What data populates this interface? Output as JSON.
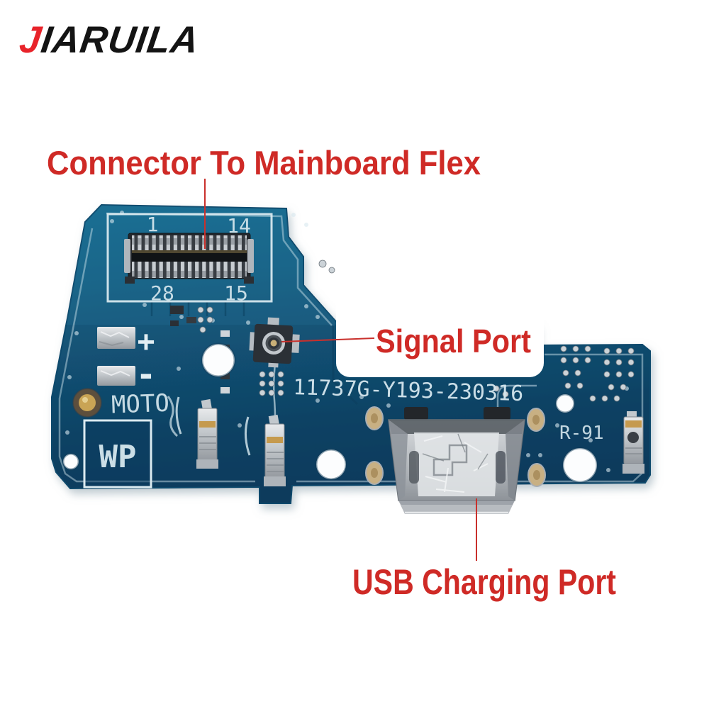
{
  "brand": {
    "logo_prefix": "J",
    "logo_suffix": "IARUILA"
  },
  "annotations": {
    "connector_label": "Connector To Mainboard Flex",
    "signal_label": "Signal Port",
    "usb_label": "USB Charging Port"
  },
  "silkscreen": {
    "pin_top_left": "1",
    "pin_top_right": "14",
    "pin_bottom_left": "28",
    "pin_bottom_right": "15",
    "plus": "+",
    "minus": "-",
    "moto": "MOTO",
    "wp": "WP",
    "serial": "11737G-Y193-230316",
    "code": "R-91"
  },
  "colors": {
    "annotation_red": "#cf2a26",
    "logo_red": "#e8232a",
    "logo_black": "#141414",
    "pcb_teal": "#19688c",
    "pcb_navy": "#0e3a5c",
    "silkscreen_white": "#d6e7ee",
    "metal_silver": "#c2c7cb",
    "pad_gold": "#c8b083",
    "background": "#ffffff"
  }
}
